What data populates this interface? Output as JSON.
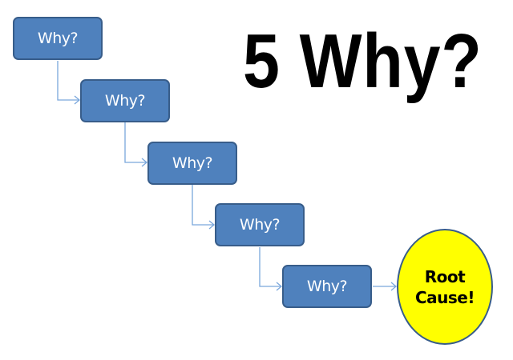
{
  "title": "5 Why?",
  "steps": [
    {
      "label": "Why?"
    },
    {
      "label": "Why?"
    },
    {
      "label": "Why?"
    },
    {
      "label": "Why?"
    },
    {
      "label": "Why?"
    }
  ],
  "root_cause": {
    "line1": "Root",
    "line2": "Cause!"
  },
  "colors": {
    "box_fill": "#4f81bd",
    "box_border": "#385d8a",
    "connector": "#6f9fd8",
    "root_fill": "#ffff00",
    "title": "#000000"
  }
}
